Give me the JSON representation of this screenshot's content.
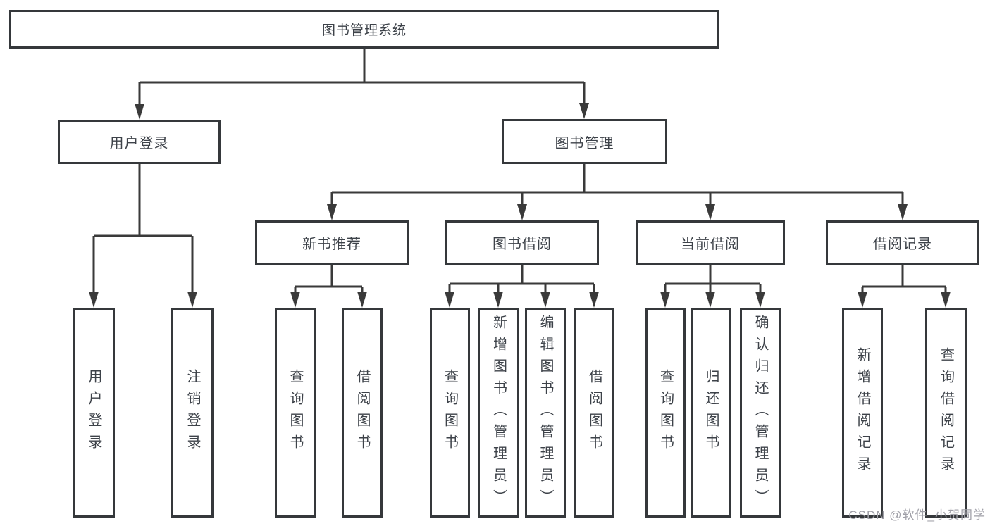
{
  "diagram": {
    "root": {
      "label": "图书管理系统"
    },
    "user_login": {
      "label": "用户登录",
      "children": [
        "用户登录",
        "注销登录"
      ]
    },
    "book_mgmt": {
      "label": "图书管理",
      "children": [
        {
          "label": "新书推荐",
          "children": [
            "查询图书",
            "借阅图书"
          ]
        },
        {
          "label": "图书借阅",
          "children": [
            "查询图书",
            "新增图书（管理员）",
            "编辑图书（管理员）",
            "借阅图书"
          ]
        },
        {
          "label": "当前借阅",
          "children": [
            "查询图书",
            "归还图书",
            "确认归还（管理员）"
          ]
        },
        {
          "label": "借阅记录",
          "children": [
            "新增借阅记录",
            "查询借阅记录"
          ]
        }
      ]
    }
  },
  "watermark": {
    "text": "CSDN @软件_小贺同学"
  },
  "colors": {
    "line": "#3a3a3a",
    "border": "#35383b",
    "text": "#3d4249",
    "watermark": "#a0a0a8",
    "background": "#ffffff"
  }
}
